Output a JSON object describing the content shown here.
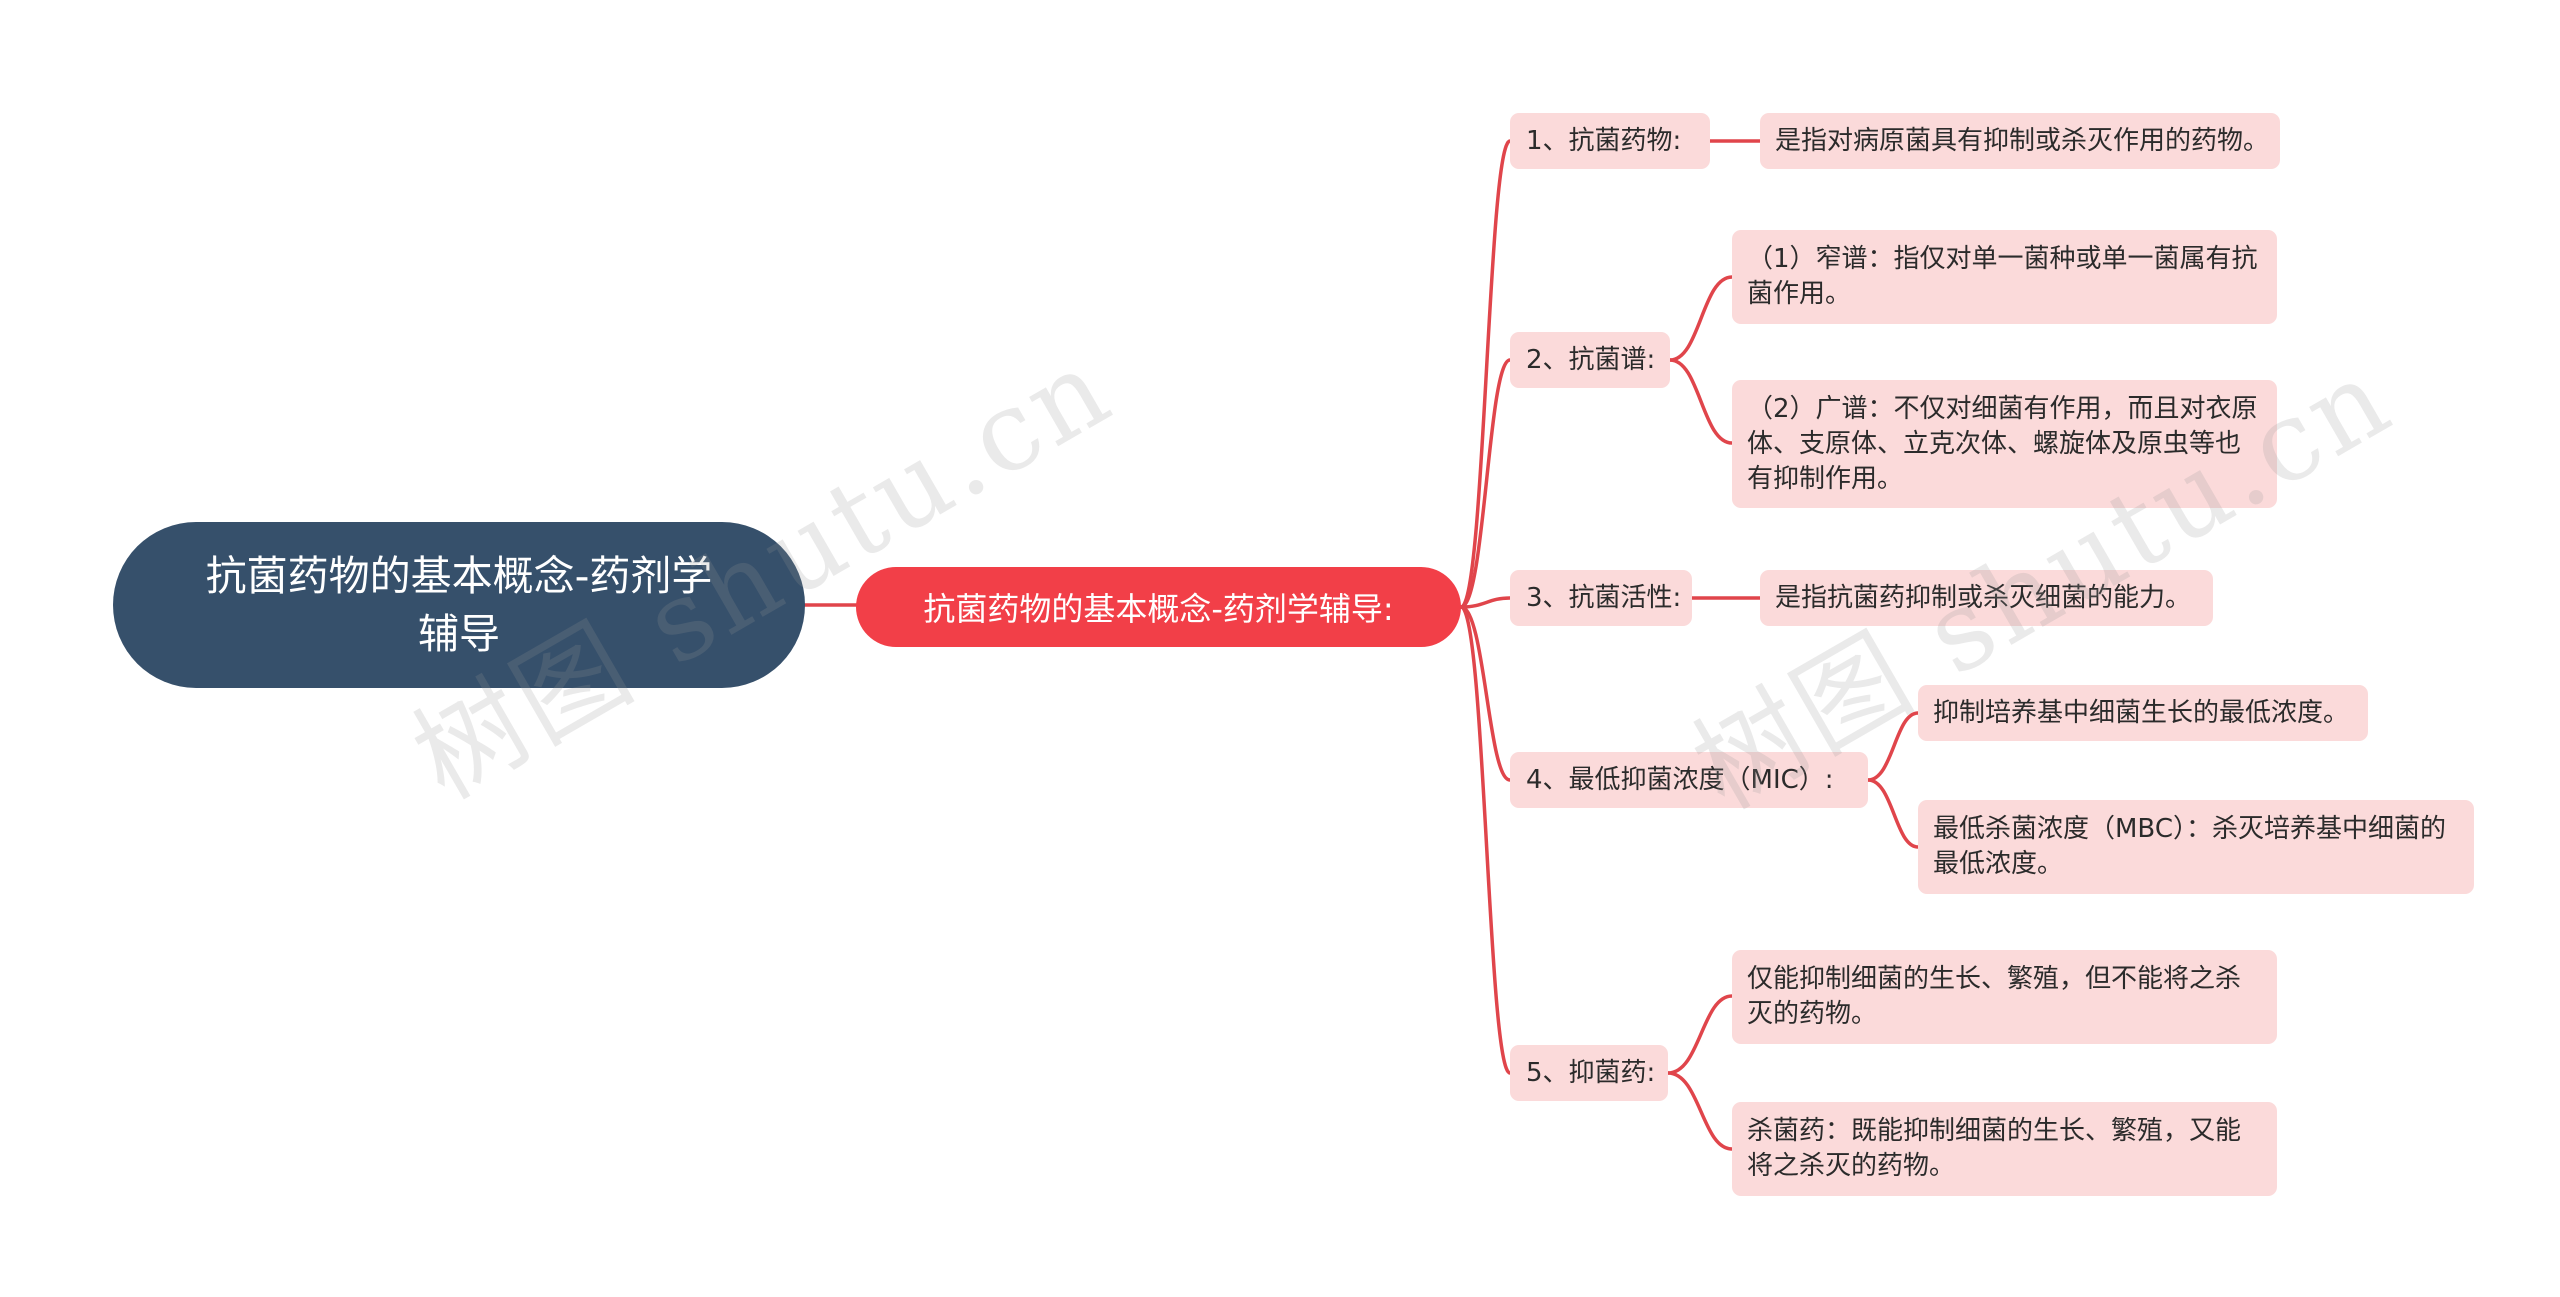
{
  "root": {
    "label": "抗菌药物的基本概念-药剂学辅导"
  },
  "center": {
    "label": "抗菌药物的基本概念-药剂学辅导:"
  },
  "topics": [
    {
      "label": "1、抗菌药物:"
    },
    {
      "label": "2、抗菌谱:"
    },
    {
      "label": "3、抗菌活性:"
    },
    {
      "label": "4、最低抑菌浓度（MIC）:"
    },
    {
      "label": "5、抑菌药:"
    }
  ],
  "details": [
    {
      "label": "是指对病原菌具有抑制或杀灭作用的药物。"
    },
    {
      "label": "（1）窄谱：指仅对单一菌种或单一菌属有抗菌作用。"
    },
    {
      "label": "（2）广谱：不仅对细菌有作用，而且对衣原体、支原体、立克次体、螺旋体及原虫等也有抑制作用。"
    },
    {
      "label": "是指抗菌药抑制或杀灭细菌的能力。"
    },
    {
      "label": "抑制培养基中细菌生长的最低浓度。"
    },
    {
      "label": "最低杀菌浓度（MBC）：杀灭培养基中细菌的最低浓度。"
    },
    {
      "label": "仅能抑制细菌的生长、繁殖，但不能将之杀灭的药物。"
    },
    {
      "label": "杀菌药：既能抑制细菌的生长、繁殖，又能将之杀灭的药物。"
    }
  ],
  "watermarks": [
    {
      "text": "树图 shutu.cn"
    },
    {
      "text": "树图 shutu.cn"
    }
  ],
  "colors": {
    "root_fill": "#36506b",
    "center_fill": "#f23f48",
    "node_fill": "#fbdada",
    "connector": "#e0454b"
  }
}
